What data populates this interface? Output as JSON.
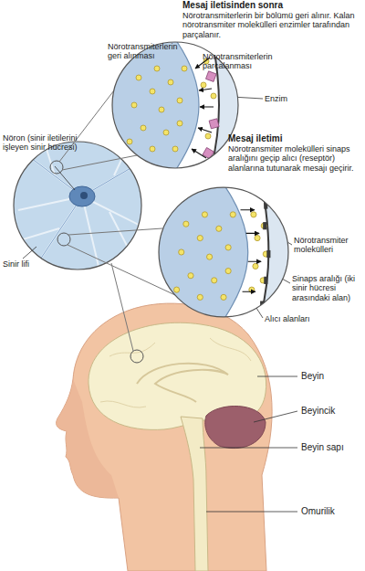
{
  "diagram": {
    "nodes": [
      {
        "text": [
          "Mesaj iletisinden sonra",
          "Nörotransmiterlerin bir bölümü geri alınır. Kalan nörotransmiter molekülleri enzimler tarafından parçalanır."
        ]
      },
      {
        "text": [
          "Mesaj iletimi",
          "Nörotransmiter molekülleri sinaps aralığını geçip alıcı (reseptör) alanlarına tutunarak mesajı geçirir."
        ]
      }
    ],
    "labels": [
      "Nörotransmiterlerin geri alınması",
      "Nörotransmiterlerin parçalanması",
      "Enzim",
      "Nöron (sinir iletilerini işleyen sinir hücresi)",
      "Nörotransmiter molekülleri",
      "Sinaps aralığı (iki sinir hücresi arasındaki alan)",
      "Alıcı alanları",
      "Sinir lifi",
      "Beyin",
      "Beyincik",
      "Beyin sapı",
      "Omurilik"
    ]
  }
}
